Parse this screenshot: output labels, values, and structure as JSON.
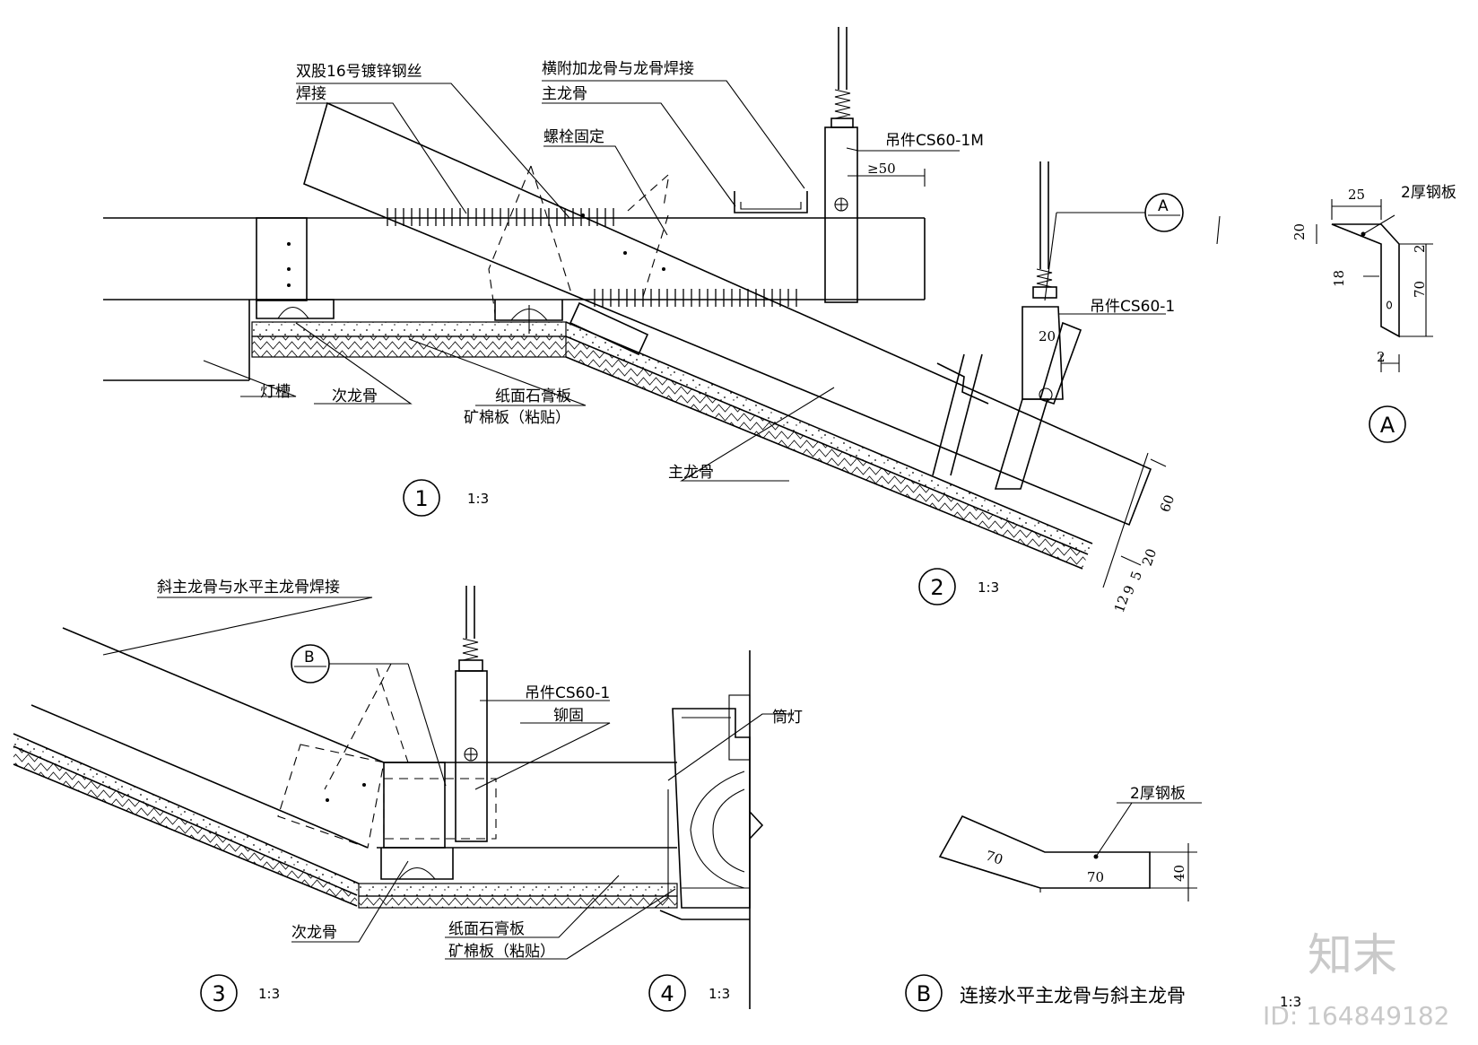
{
  "labels": {
    "wire": "双股16号镀锌钢丝",
    "weld": "焊接",
    "bolt_fix": "螺栓固定",
    "cross_weld": "横附加龙骨与龙骨焊接",
    "main_keel_top": "主龙骨",
    "hanger_1m": "吊件CS60-1M",
    "dim_ge50": "≥50",
    "hanger_1_a": "吊件CS60-1",
    "dim_20_a": "20",
    "light_trough": "灯槽",
    "secondary_keel_1": "次龙骨",
    "gypsum_1": "纸面石膏板",
    "mineral_1": "矿棉板（粘贴）",
    "main_keel_bottom": "主龙骨",
    "steel_plate_a": "2厚钢板",
    "oblique_weld": "斜主龙骨与水平主龙骨焊接",
    "hanger_1_b": "吊件CS60-1",
    "rivet": "铆固",
    "downlight": "筒灯",
    "secondary_keel_3": "次龙骨",
    "gypsum_3": "纸面石膏板",
    "mineral_3": "矿棉板（粘贴）",
    "steel_plate_b": "2厚钢板",
    "title_b": "连接水平主龙骨与斜主龙骨"
  },
  "callouts": {
    "a_letter": "A",
    "b_letter": "B"
  },
  "details": [
    {
      "num": "1",
      "scale": "1:3"
    },
    {
      "num": "2",
      "scale": "1:3"
    },
    {
      "num": "3",
      "scale": "1:3"
    },
    {
      "num": "4",
      "scale": "1:3"
    },
    {
      "num": "A",
      "scale": ""
    },
    {
      "num": "B",
      "scale": "1:3"
    }
  ],
  "dims_a": {
    "w25": "25",
    "h20": "20",
    "d18": "18",
    "h70": "70",
    "t2_top": "2",
    "t2_bot": "2"
  },
  "dims_b": {
    "l70_a": "70",
    "l70_b": "70",
    "h40": "40"
  },
  "dims_2": {
    "d60": "60",
    "d20": "20",
    "d5": "5",
    "d9": "9",
    "d12": "12"
  },
  "watermark": {
    "brand": "知末",
    "id": "ID: 164849182"
  }
}
